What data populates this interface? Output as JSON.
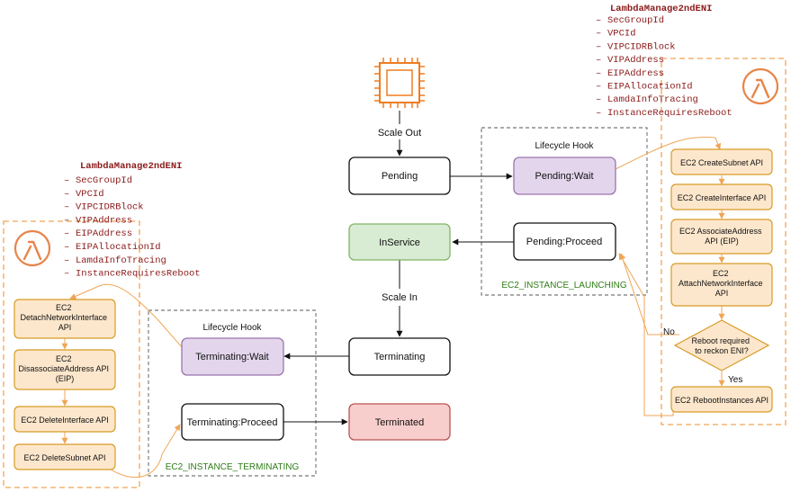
{
  "colors": {
    "orange_border": "#f0a555",
    "api_fill": "#fde7cc",
    "api_border": "#d79b26",
    "lambda_orange": "#e8844a",
    "ec2_orange": "#ed7d22",
    "wait_fill": "#e3d6ec",
    "wait_border": "#9a73ae",
    "inservice_fill": "#d7ecd2",
    "inservice_border": "#82b366",
    "terminated_fill": "#f8cecc",
    "terminated_border": "#b85450",
    "code_red": "#8b1a1a",
    "green_label": "#2e7d16"
  },
  "icons": {
    "ec2": "ec2-instance-chip-icon",
    "lambda": "lambda-icon"
  },
  "states": {
    "scale_out": "Scale Out",
    "pending": "Pending",
    "inservice": "InService",
    "scale_in": "Scale In",
    "terminating": "Terminating",
    "terminated": "Terminated"
  },
  "launch_hook": {
    "title": "Lifecycle Hook",
    "wait": "Pending:Wait",
    "proceed": "Pending:Proceed",
    "event": "EC2_INSTANCE_LAUNCHING"
  },
  "terminate_hook": {
    "title": "Lifecycle Hook",
    "wait": "Terminating:Wait",
    "proceed": "Terminating:Proceed",
    "event": "EC2_INSTANCE_TERMINATING"
  },
  "launch_lambda": {
    "name": "LambdaManage2ndENI",
    "params": [
      "SecGroupId",
      "VPCId",
      "VIPCIDRBlock",
      "VIPAddress",
      "EIPAddress",
      "EIPAllocationId",
      "LamdaInfoTracing",
      "InstanceRequiresReboot"
    ],
    "apis": [
      [
        "EC2 CreateSubnet API"
      ],
      [
        "EC2 CreateInterface API"
      ],
      [
        "EC2 AssociateAddress",
        "API (EIP)"
      ],
      [
        "EC2",
        "AttachNetworkInterface",
        "API"
      ],
      [
        "EC2 RebootInstances API"
      ]
    ],
    "decision": [
      "Reboot required",
      "to reckon ENI?"
    ],
    "no_label": "No",
    "yes_label": "Yes"
  },
  "terminate_lambda": {
    "name": "LambdaManage2ndENI",
    "params": [
      "SecGroupId",
      "VPCId",
      "VIPCIDRBlock",
      "VIPAddress",
      "EIPAddress",
      "EIPAllocationId",
      "LamdaInfoTracing",
      "InstanceRequiresReboot"
    ],
    "apis": [
      [
        "EC2",
        "DetachNetworkInterface",
        "API"
      ],
      [
        "EC2",
        "DisassociateAddress API",
        "(EIP)"
      ],
      [
        "EC2 DeleteInterface API"
      ],
      [
        "EC2 DeleteSubnet API"
      ]
    ]
  }
}
